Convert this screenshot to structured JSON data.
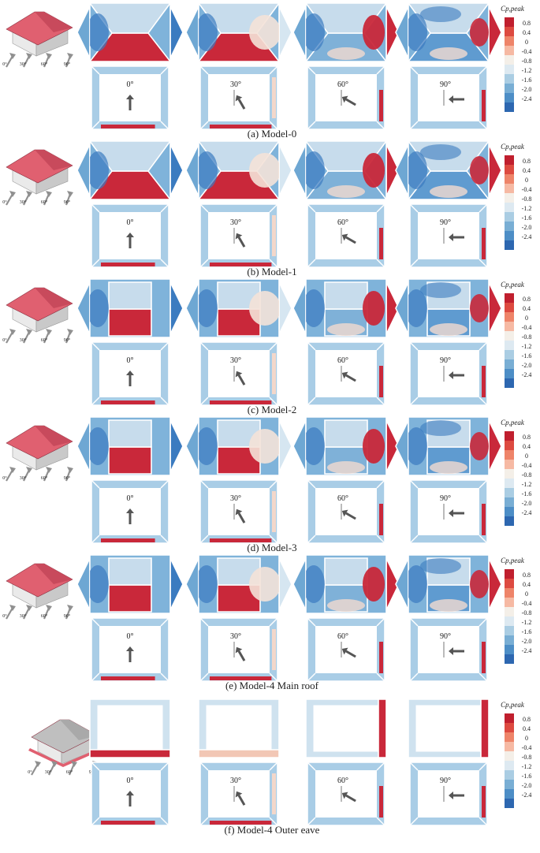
{
  "colorbar": {
    "title": "Cp,peak",
    "ticks": [
      "0.8",
      "0.4",
      "0",
      "-0.4",
      "-0.8",
      "-1.2",
      "-1.6",
      "-2.0",
      "-2.4"
    ],
    "colors": [
      "#c01f2e",
      "#dd4a40",
      "#ee8469",
      "#f6b9a3",
      "#f4efe8",
      "#dde9f1",
      "#aacde3",
      "#79aed4",
      "#4d8ec6",
      "#2d67b0"
    ]
  },
  "colors": {
    "positive": "#c9283a",
    "negative": "#3b7bc0",
    "mid": "#f4efe8",
    "pale": "#d6e6f1",
    "house_roof": "#e06070",
    "house_wall": "#d8d8d8"
  },
  "direction_labels": [
    "0°",
    "30°",
    "60°",
    "90°"
  ],
  "model_axis_labels": [
    "0°",
    "30°",
    "60°",
    "90°"
  ],
  "rows": [
    {
      "caption": "(a) Model-0",
      "roof_type": "hip"
    },
    {
      "caption": "(b) Model-1",
      "roof_type": "hip"
    },
    {
      "caption": "(c) Model-2",
      "roof_type": "gable"
    },
    {
      "caption": "(d) Model-3",
      "roof_type": "gable"
    },
    {
      "caption": "(e) Model-4 Main roof",
      "roof_type": "gable"
    },
    {
      "caption": "(f) Model-4 Outer eave",
      "roof_type": "eave"
    }
  ]
}
